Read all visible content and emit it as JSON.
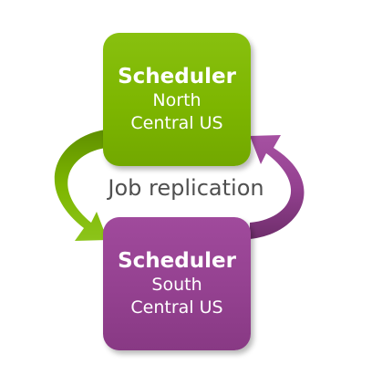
{
  "diagram": {
    "nodes": [
      {
        "id": "north",
        "title": "Scheduler",
        "line1": "North",
        "line2": "Central US",
        "color": "#7db600"
      },
      {
        "id": "south",
        "title": "Scheduler",
        "line1": "South",
        "line2": "Central US",
        "color": "#944190"
      }
    ],
    "edges": [
      {
        "from": "north",
        "to": "south",
        "color": "#7db600"
      },
      {
        "from": "south",
        "to": "north",
        "color": "#944190"
      }
    ],
    "center_label": "Job replication"
  }
}
